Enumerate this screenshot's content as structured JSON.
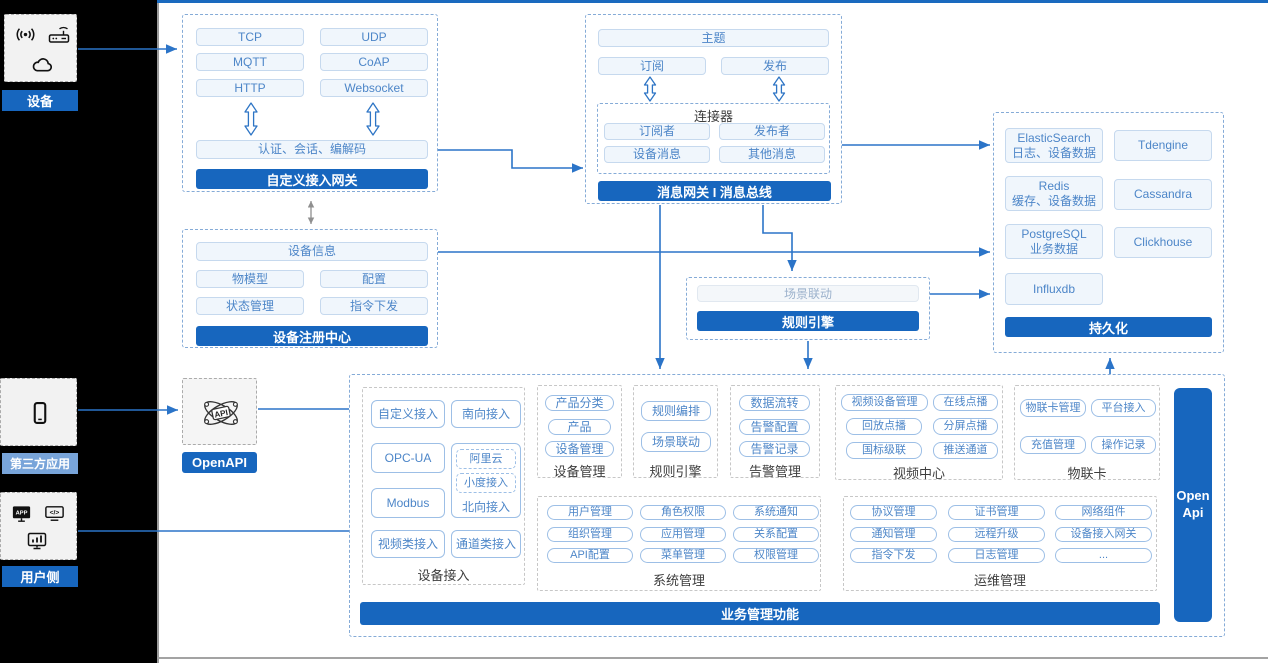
{
  "left_rail": {
    "device_label": "设备",
    "third_party_label": "第三方应用",
    "user_side_label": "用户侧"
  },
  "gateway": {
    "protocols": [
      "TCP",
      "UDP",
      "MQTT",
      "CoAP",
      "HTTP",
      "Websocket"
    ],
    "auth_bar": "认证、会话、编解码",
    "title": "自定义接入网关"
  },
  "registry": {
    "device_info": "设备信息",
    "items": [
      "物模型",
      "配置",
      "状态管理",
      "指令下发"
    ],
    "title": "设备注册中心"
  },
  "bus": {
    "topic": "主题",
    "subscribe": "订阅",
    "publish": "发布",
    "connector_title": "连接器",
    "connector_items": [
      "订阅者",
      "发布者",
      "设备消息",
      "其他消息"
    ],
    "title": "消息网关 I 消息总线"
  },
  "persistence": {
    "stores": [
      {
        "name": "ElasticSearch",
        "desc": "日志、设备数据"
      },
      {
        "name": "Tdengine",
        "desc": ""
      },
      {
        "name": "Redis",
        "desc": "缓存、设备数据"
      },
      {
        "name": "Cassandra",
        "desc": ""
      },
      {
        "name": "PostgreSQL",
        "desc": "业务数据"
      },
      {
        "name": "Clickhouse",
        "desc": ""
      },
      {
        "name": "Influxdb",
        "desc": ""
      }
    ],
    "title": "持久化"
  },
  "scene_rule": {
    "scene": "场景联动",
    "title": "规则引擎"
  },
  "openapi": {
    "label": "OpenAPI",
    "icon_text": "API"
  },
  "business": {
    "device_access": {
      "custom": "自定义接入",
      "south": "南向接入",
      "opcua": "OPC-UA",
      "ali": "阿里云",
      "xiaodu": "小度接入",
      "north": "北向接入",
      "modbus": "Modbus",
      "video_access": "视频类接入",
      "channel_access": "通道类接入",
      "label": "设备接入"
    },
    "device_mgmt": {
      "items": [
        "产品分类",
        "产品",
        "设备管理"
      ],
      "label": "设备管理"
    },
    "rule_engine": {
      "items": [
        "规则编排",
        "场景联动"
      ],
      "label": "规则引擎"
    },
    "alarm": {
      "items": [
        "数据流转",
        "告警配置",
        "告警记录"
      ],
      "label": "告警管理"
    },
    "video": {
      "items": [
        "视频设备管理",
        "在线点播",
        "回放点播",
        "分屏点播",
        "国标级联",
        "推送通道"
      ],
      "label": "视频中心"
    },
    "iot_card": {
      "items": [
        "物联卡管理",
        "平台接入",
        "充值管理",
        "操作记录"
      ],
      "label": "物联卡"
    },
    "system": {
      "items": [
        "用户管理",
        "角色权限",
        "系统通知",
        "组织管理",
        "应用管理",
        "关系配置",
        "API配置",
        "菜单管理",
        "权限管理"
      ],
      "label": "系统管理"
    },
    "ops": {
      "items": [
        "协议管理",
        "证书管理",
        "网络组件",
        "通知管理",
        "远程升级",
        "设备接入网关",
        "指令下发",
        "日志管理",
        "..."
      ],
      "label": "运维管理"
    },
    "footer": "业务管理功能",
    "open_api": "Open Api"
  }
}
